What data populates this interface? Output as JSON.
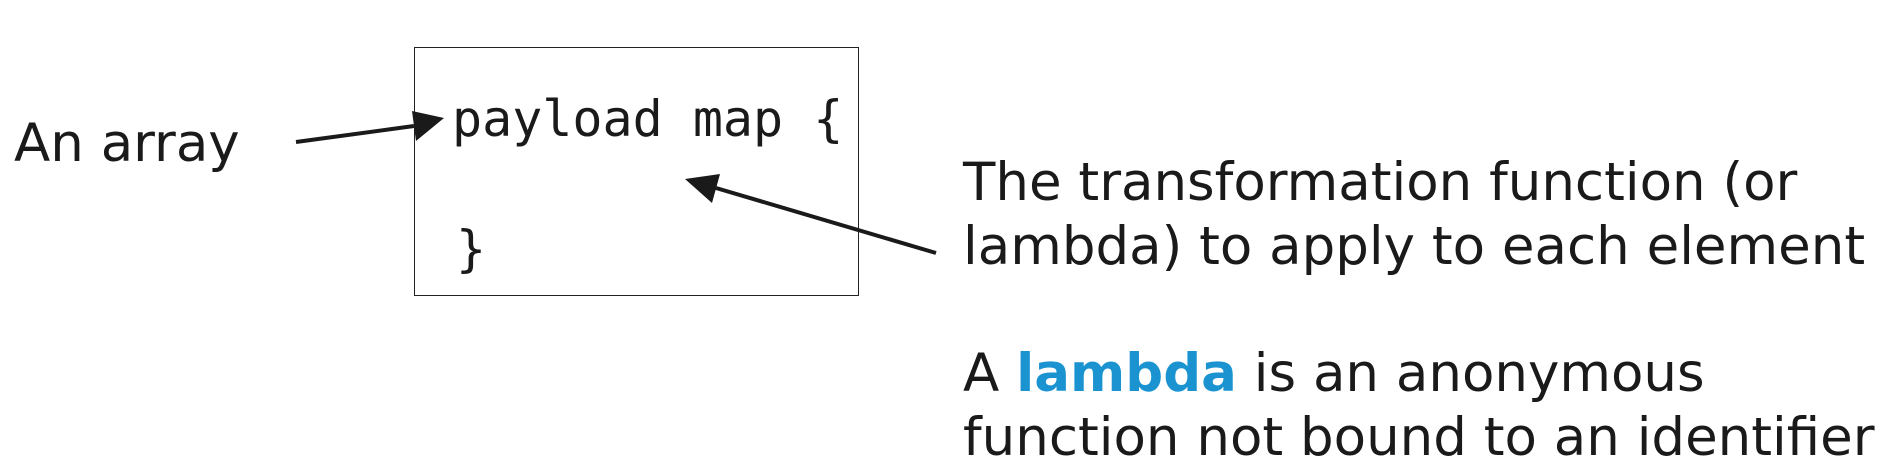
{
  "code": {
    "line_1": "payload map {",
    "line_2": "}"
  },
  "annotations": {
    "array": "An array",
    "function_line_1": "The transformation function (or",
    "function_line_2": "lambda) to apply to each element",
    "lambda_prefix": "A ",
    "lambda_term": "lambda",
    "lambda_suffix": " is an anonymous",
    "lambda_line_2": "function not bound to an identifier"
  },
  "colors": {
    "highlight": "#1a93d0",
    "arrow": "#1a1a1a"
  }
}
